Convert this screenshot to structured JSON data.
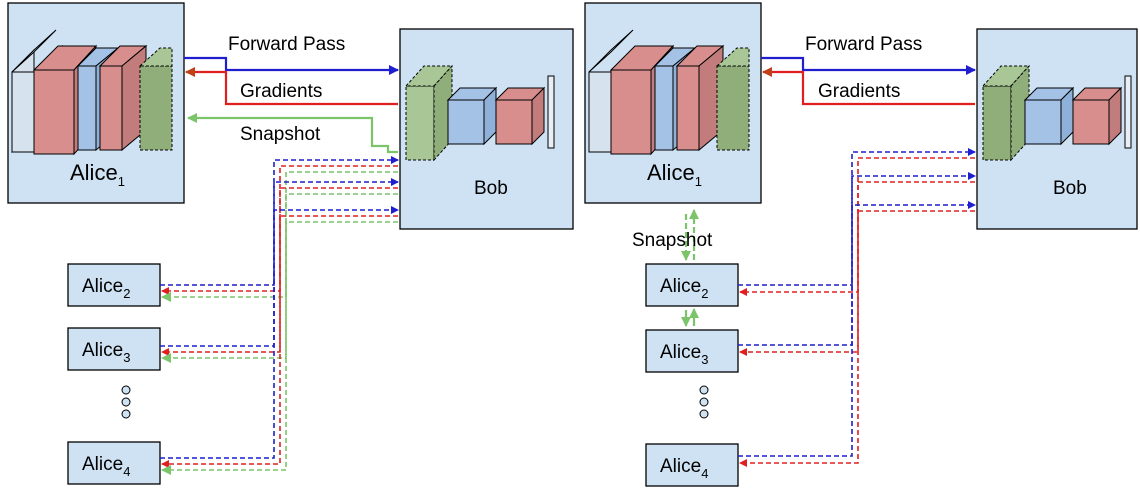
{
  "diagrams": [
    {
      "alice_main": {
        "name": "Alice",
        "sub": "1"
      },
      "bob": {
        "name": "Bob"
      },
      "alices": [
        {
          "name": "Alice",
          "sub": "2"
        },
        {
          "name": "Alice",
          "sub": "3"
        },
        {
          "name": "Alice",
          "sub": "4"
        }
      ],
      "labels": {
        "forward": "Forward Pass",
        "gradients": "Gradients",
        "snapshot": "Snapshot"
      }
    },
    {
      "alice_main": {
        "name": "Alice",
        "sub": "1"
      },
      "bob": {
        "name": "Bob"
      },
      "alices": [
        {
          "name": "Alice",
          "sub": "2"
        },
        {
          "name": "Alice",
          "sub": "3"
        },
        {
          "name": "Alice",
          "sub": "4"
        }
      ],
      "labels": {
        "forward": "Forward Pass",
        "gradients": "Gradients",
        "snapshot": "Snapshot"
      }
    }
  ],
  "colors": {
    "forward": "#1f1fcf",
    "gradients": "#e02020",
    "gradients_dark": "#c0401a",
    "snapshot": "#7cc46a",
    "box_fill": "#cfe2f3",
    "layer_red": "#d98e8e",
    "layer_blue": "#a4c2e6",
    "layer_green": "#8fae7a",
    "layer_grey": "#d6e2ee"
  }
}
